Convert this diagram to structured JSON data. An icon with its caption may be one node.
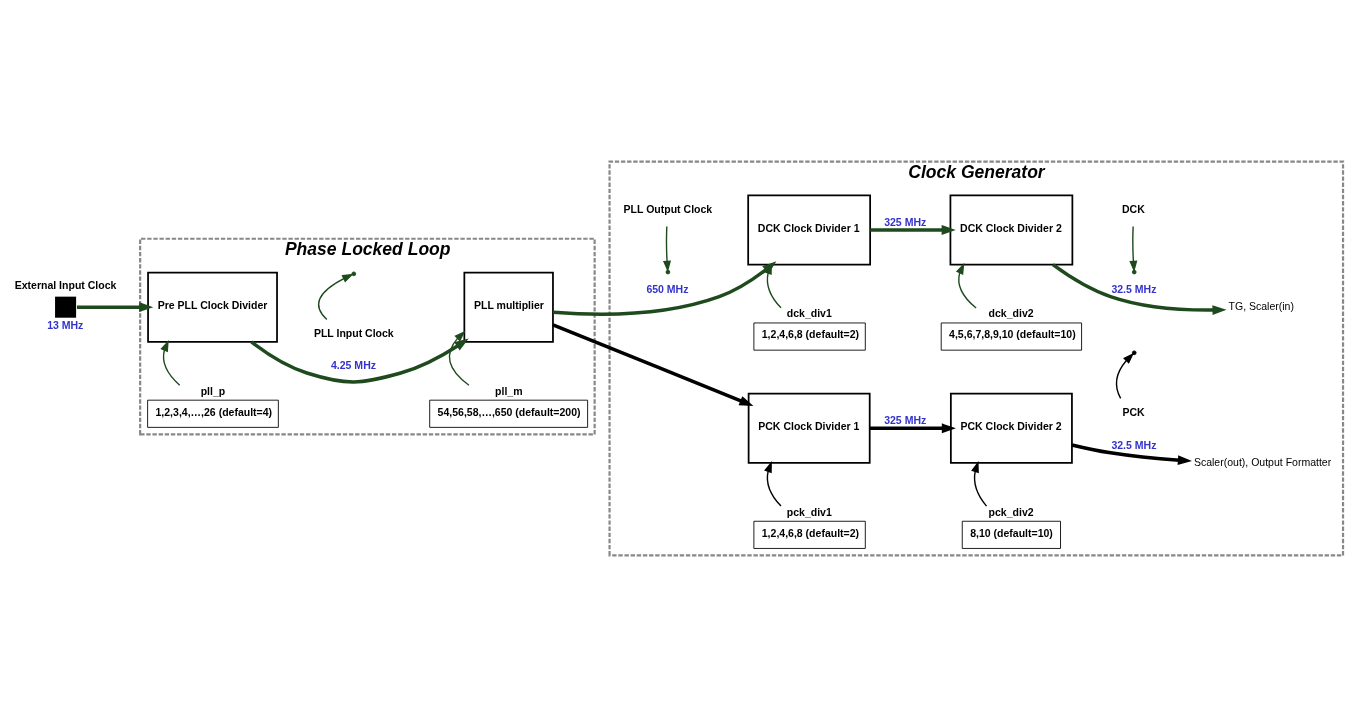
{
  "diagram": {
    "nodes": [
      {
        "text": [
          "Phase Locked Loop"
        ]
      },
      {
        "text": [
          "Clock Generator"
        ]
      },
      {
        "text": [],
        "shape": "box",
        "beside": [
          "External Input Clock",
          "13 MHz"
        ]
      },
      {
        "text": [
          "Pre PLL Clock Divider"
        ],
        "in": 0
      },
      {
        "text": [
          "PLL multiplier"
        ],
        "in": 0
      },
      {
        "text": [
          "pll_p",
          "1,2,3,4,…,26 (default=4)"
        ],
        "in": 0
      },
      {
        "text": [
          "pll_m",
          "54,56,58,…,650 (default=200)"
        ],
        "in": 0
      },
      {
        "text": [
          "PLL Input Clock"
        ],
        "in": 0
      },
      {
        "text": [
          "DCK Clock Divider 1"
        ],
        "in": 1
      },
      {
        "text": [
          "DCK Clock Divider 2"
        ],
        "in": 1
      },
      {
        "text": [
          "PCK Clock Divider 1"
        ],
        "in": 1
      },
      {
        "text": [
          "PCK Clock Divider 2"
        ],
        "in": 1
      },
      {
        "text": [
          "dck_div1",
          "1,2,4,6,8 (default=2)"
        ],
        "in": 1
      },
      {
        "text": [
          "dck_div2",
          "4,5,6,7,8,9,10 (default=10)"
        ],
        "in": 1
      },
      {
        "text": [
          "pck_div1",
          "1,2,4,6,8 (default=2)"
        ],
        "in": 1
      },
      {
        "text": [
          "pck_div2",
          "8,10 (default=10)"
        ],
        "in": 1
      },
      {
        "text": [
          "PLL Output Clock"
        ],
        "in": 1
      },
      {
        "text": [
          "DCK"
        ],
        "in": 1
      },
      {
        "text": [
          "PCK"
        ],
        "in": 1
      },
      {
        "text": [
          "TG, Scaler(in)"
        ],
        "in": 1
      },
      {
        "text": [
          "Scaler(out), Output Formatter"
        ],
        "in": 1
      }
    ],
    "edges": [
      {
        "from": 2,
        "to": 3,
        "arrow": "to",
        "style": "thick"
      },
      {
        "from": 3,
        "to": 4,
        "arrow": "to",
        "style": "thick",
        "label": "4.25 MHz"
      },
      {
        "from": 7,
        "to": null,
        "arrow": "to"
      },
      {
        "from": 5,
        "to": 3,
        "arrow": "to"
      },
      {
        "from": 6,
        "to": 4,
        "arrow": "to"
      },
      {
        "from": 4,
        "to": 8,
        "arrow": "to",
        "style": "thick",
        "label": "650 MHz"
      },
      {
        "from": 4,
        "to": 10,
        "arrow": "to",
        "style": "thick",
        "color": "#000000"
      },
      {
        "from": 16,
        "to": null,
        "arrow": "to"
      },
      {
        "from": 8,
        "to": 9,
        "arrow": "to",
        "style": "thick",
        "label": "325 MHz"
      },
      {
        "from": 9,
        "to": 19,
        "arrow": "to",
        "style": "thick",
        "label": "32.5 MHz"
      },
      {
        "from": 17,
        "to": null,
        "arrow": "to"
      },
      {
        "from": 12,
        "to": 8,
        "arrow": "to"
      },
      {
        "from": 13,
        "to": 9,
        "arrow": "to"
      },
      {
        "from": 10,
        "to": 11,
        "arrow": "to",
        "style": "thick",
        "color": "#000000",
        "label": "325 MHz"
      },
      {
        "from": 11,
        "to": 20,
        "arrow": "to",
        "style": "thick",
        "color": "#000000",
        "label": "32.5 MHz"
      },
      {
        "from": 18,
        "to": null,
        "arrow": "to",
        "color": "#000000"
      },
      {
        "from": 14,
        "to": 10,
        "arrow": "to",
        "color": "#000000"
      },
      {
        "from": 15,
        "to": 11,
        "arrow": "to",
        "color": "#000000"
      }
    ]
  }
}
